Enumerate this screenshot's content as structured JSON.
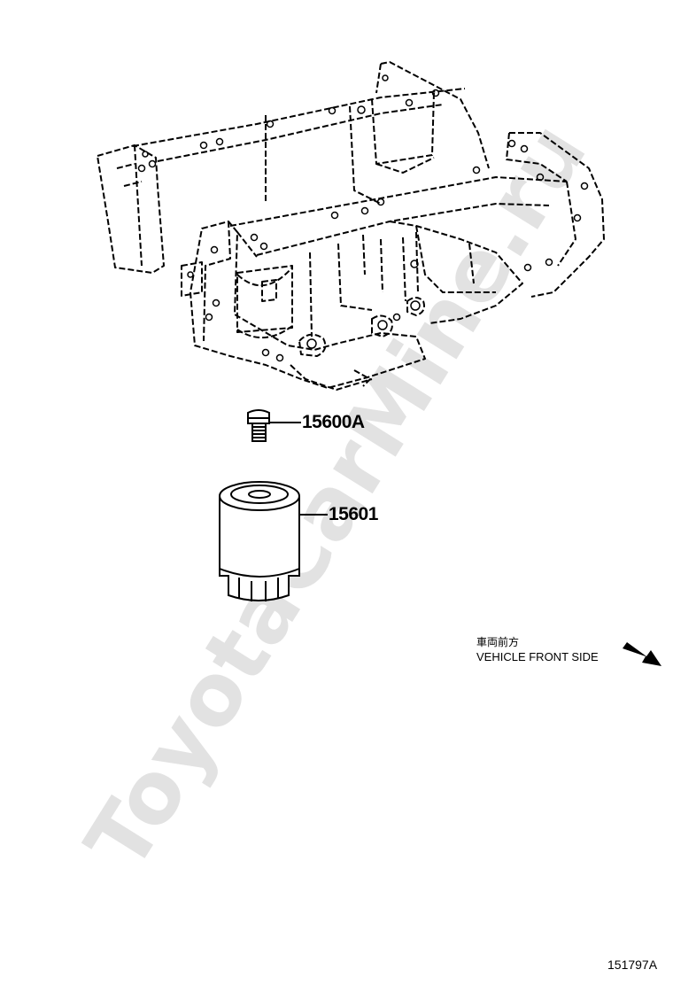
{
  "watermark": "ToyotaCarMine.ru",
  "callouts": {
    "drain_plug": "15600A",
    "oil_filter": "15601"
  },
  "direction": {
    "japanese": "車両前方",
    "english": "VEHICLE FRONT SIDE"
  },
  "illustration_number": "151797A"
}
